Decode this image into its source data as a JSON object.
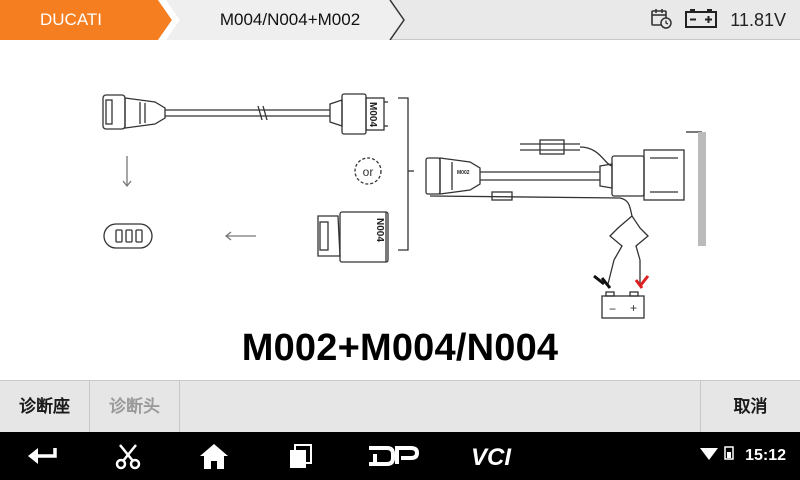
{
  "header": {
    "brand": "DUCATI",
    "model_path": "M004/N004+M002",
    "voltage": "11.81V",
    "brand_color": "#f47e20",
    "icons": [
      "calendar-clock-icon",
      "battery-icon"
    ]
  },
  "diagram": {
    "caption": "M002+M004/N004",
    "or_label": "or",
    "cable_labels": [
      "M004",
      "N004",
      "M002"
    ],
    "battery_terminals": [
      "−",
      "+"
    ]
  },
  "buttons": {
    "socket": "诊断座",
    "head": "诊断头",
    "cancel": "取消"
  },
  "navbar": {
    "icons": [
      "back-icon",
      "scissors-icon",
      "home-icon",
      "recent-apps-icon",
      "dp-icon",
      "vci-icon"
    ],
    "dp_label": "DP",
    "vci_label": "VCI",
    "time": "15:12",
    "status_icons": [
      "wifi-icon",
      "sim-icon"
    ]
  }
}
